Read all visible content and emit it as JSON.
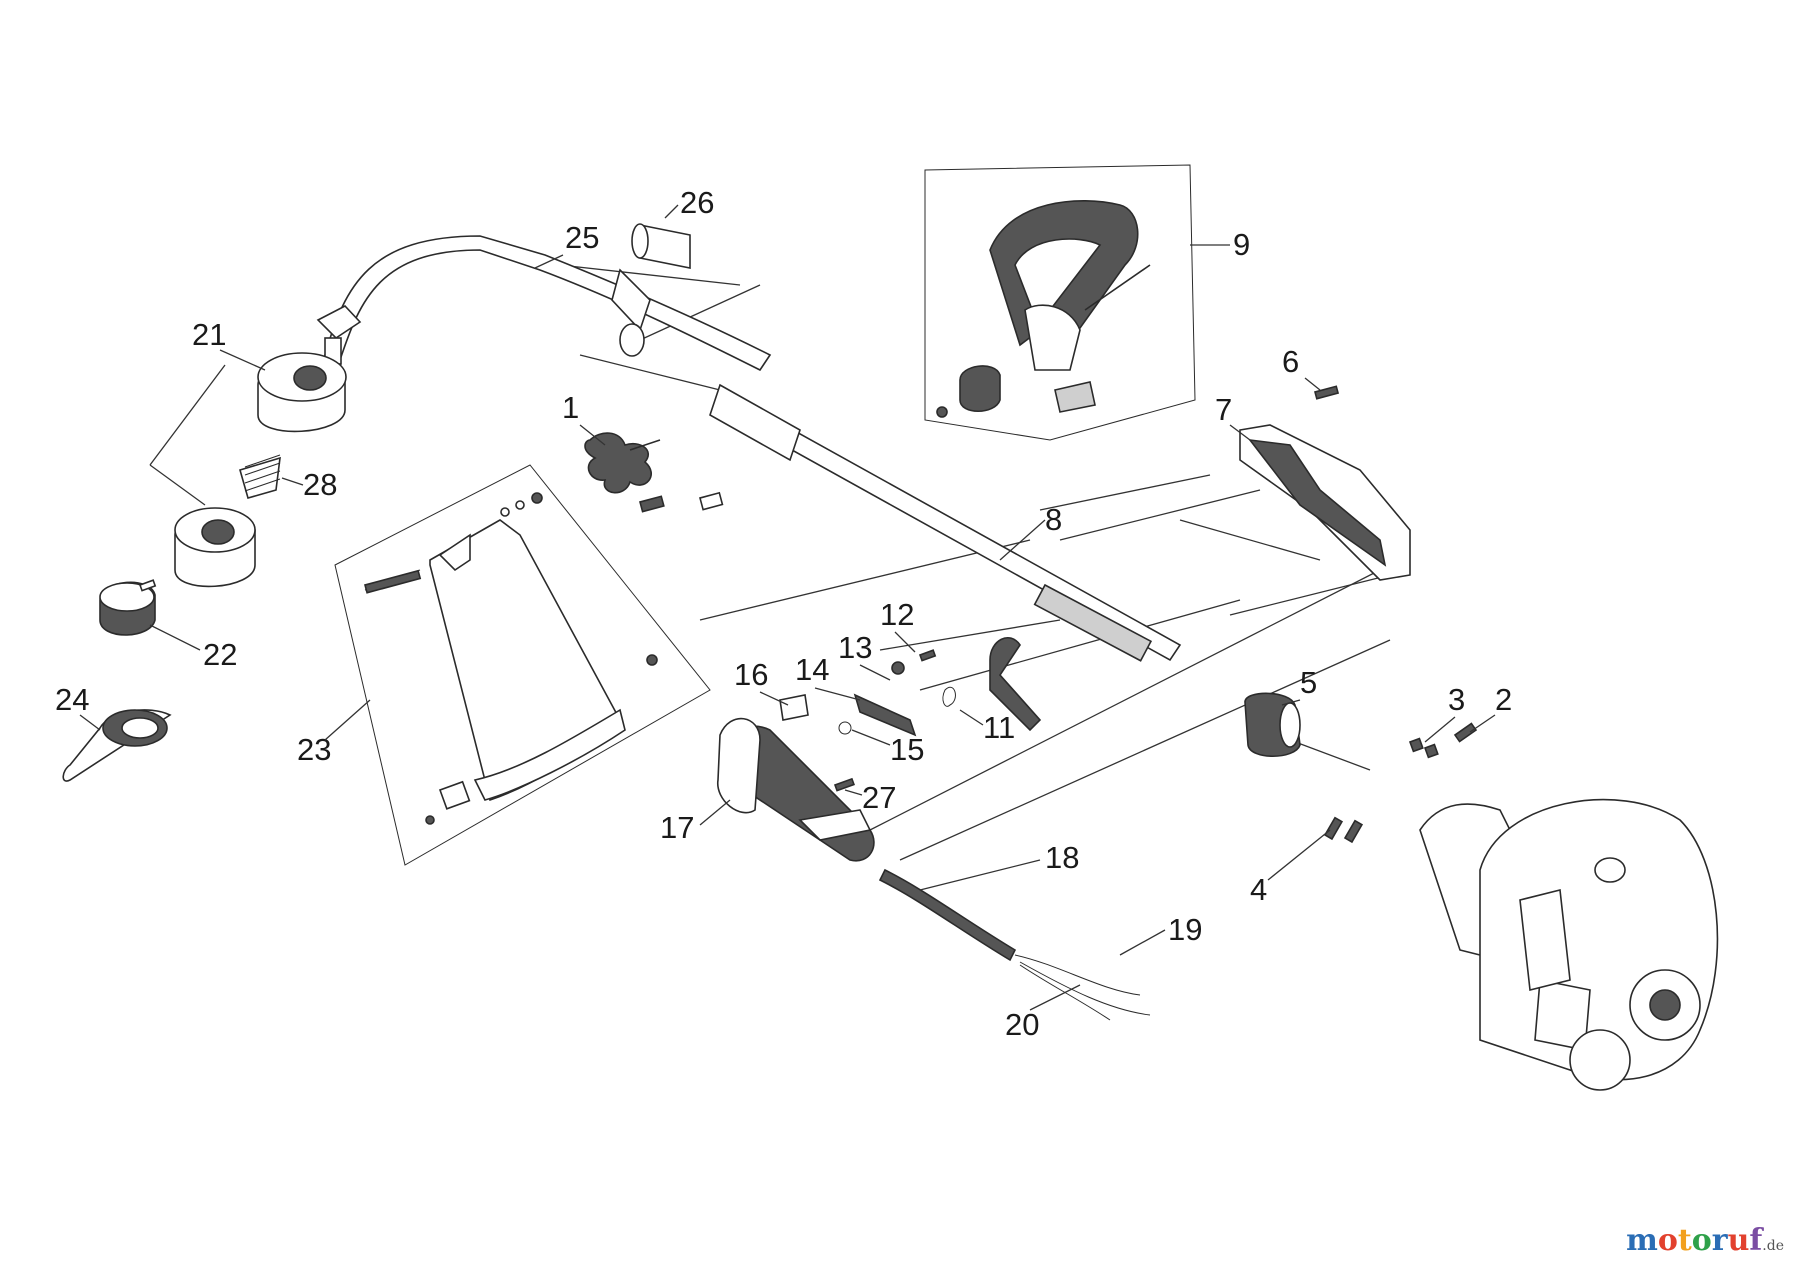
{
  "diagram": {
    "callouts": [
      "1",
      "2",
      "3",
      "4",
      "5",
      "6",
      "7",
      "8",
      "9",
      "11",
      "12",
      "13",
      "14",
      "15",
      "16",
      "17",
      "18",
      "19",
      "20",
      "21",
      "22",
      "23",
      "24",
      "25",
      "26",
      "27",
      "28"
    ]
  },
  "logo": {
    "text": "motoruf",
    "suffix": ".de"
  }
}
